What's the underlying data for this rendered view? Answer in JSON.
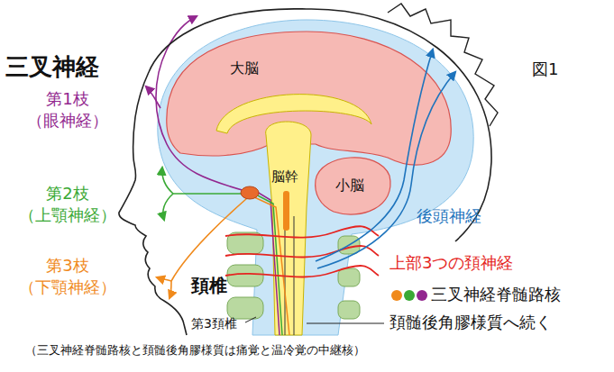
{
  "diagram": {
    "title": "三叉神経",
    "caption": "（三叉神経脊髄路核と頚髄後角膠様質は痛覚と温冷覚の中継核）",
    "labels": [
      "第1枝 （眼神経）",
      "第2枝 （上顎神経）",
      "第3枝 （下顎神経）",
      "大脳",
      "脳幹",
      "小脳",
      "図1",
      "後頭神経",
      "上部3つの頚神経",
      "頚椎",
      "三叉神経脊髄路核",
      "第3頚椎",
      "頚髄後角膠様質へ続く"
    ]
  }
}
